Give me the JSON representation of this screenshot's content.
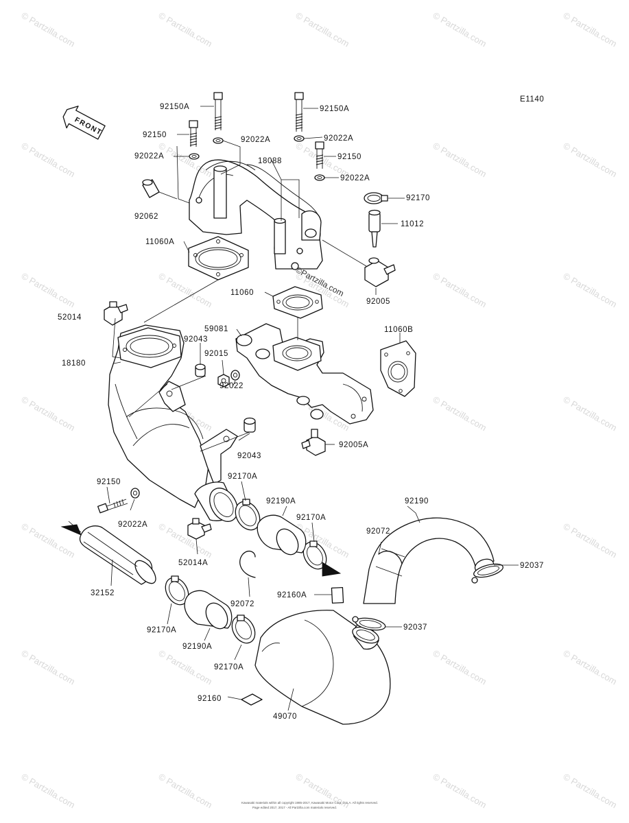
{
  "diagram_code": "E1140",
  "front_arrow": "FRONT",
  "watermark": "© Partzilla.com",
  "center_watermark": "©Partzilla.com",
  "copyright": "Kawasaki materials within all copyright 1985-2017, Kawasaki Motor Corp. U.S.A. All rights reserved.",
  "copyright2": "Page edited 2017, 2017 - All Partzilla.com materials reserved.",
  "labels": {
    "l92150A_1": "92150A",
    "l92150A_2": "92150A",
    "l92150_1": "92150",
    "l92022A_1": "92022A",
    "l92022A_2": "92022A",
    "l92022A_3": "92022A",
    "l92150_2": "92150",
    "l18088": "18088",
    "l92022A_4": "92022A",
    "l92062": "92062",
    "l92170": "92170",
    "l11012": "11012",
    "l11060A": "11060A",
    "l92005": "92005",
    "l11060": "11060",
    "l52014": "52014",
    "l59081": "59081",
    "l11060B": "11060B",
    "l92043_1": "92043",
    "l18180": "18180",
    "l92015": "92015",
    "l92022": "92022",
    "l92005A": "92005A",
    "l92043_2": "92043",
    "l92150_3": "92150",
    "l92170A_1": "92170A",
    "l92190": "92190",
    "l92190A_1": "92190A",
    "l92170A_2": "92170A",
    "l92022A_5": "92022A",
    "l92072_1": "92072",
    "l92037_1": "92037",
    "l52014A": "52014A",
    "l32152": "32152",
    "l92160A": "92160A",
    "l92072_2": "92072",
    "l92037_2": "92037",
    "l92170A_3": "92170A",
    "l92190A_2": "92190A",
    "l92170A_4": "92170A",
    "l92160": "92160",
    "l49070": "49070"
  }
}
